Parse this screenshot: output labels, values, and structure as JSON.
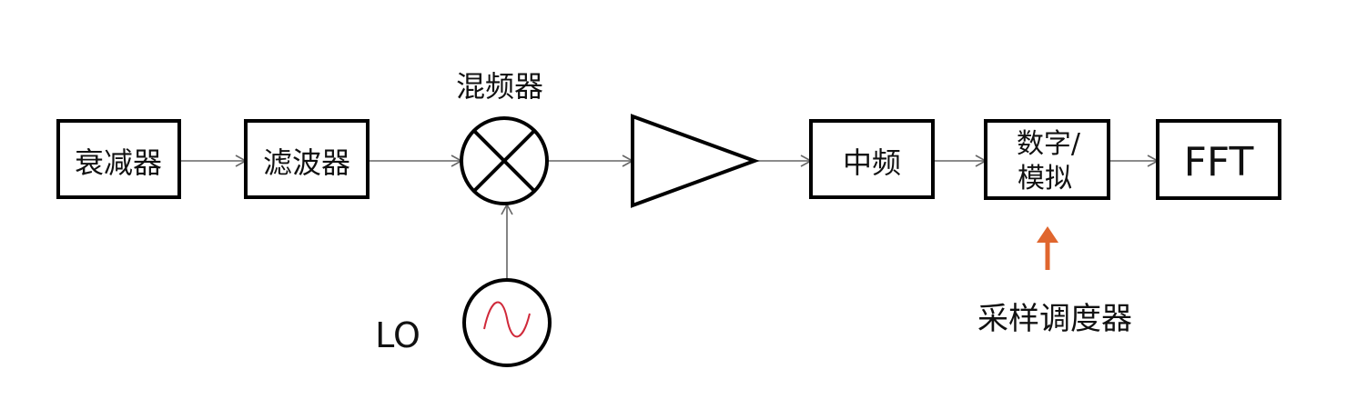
{
  "blocks": {
    "attenuator": "衰减器",
    "filter": "滤波器",
    "mixer": "混频器",
    "if_stage": "中频",
    "adc_line1": "数字/",
    "adc_line2": "模拟",
    "fft": "FFT",
    "lo": "LO",
    "sampling_scheduler": "采样调度器"
  },
  "colors": {
    "block_stroke": "#000000",
    "wire": "#666666",
    "sine_wave": "#d0293a",
    "scheduler_arrow": "#e0662e"
  }
}
